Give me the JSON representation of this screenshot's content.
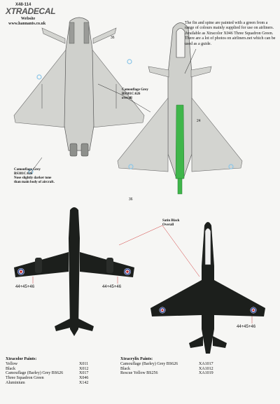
{
  "header": {
    "sheet_code": "X48-114",
    "brand": "XTRADECAL",
    "website_label": "Website",
    "website_url": "www.hannants.co.uk"
  },
  "note": {
    "text": "The fin and spine are painted with a green from a range of colours mainly supplied for use on airliners. Available as Xtracolor X046 Three Squadron Green. There are a lot of photos on airliners.net which can be used as a guide."
  },
  "callouts": {
    "camo_overall": [
      "Camouflage Grey",
      "BS381C:626",
      "overall"
    ],
    "camo_nose": [
      "Camouflage Grey",
      "BS381C:626",
      "Nose slightly darker tone",
      "than main body of aircraft."
    ],
    "satin_black": [
      "Satin Black",
      "Overall"
    ]
  },
  "stencil_numbers": {
    "top_left": "36",
    "right_wing": "24",
    "bottom_center": "36"
  },
  "serials": {
    "left_wing_left": "44+45+46",
    "left_wing_right": "44+45+46",
    "right_side": "44+45+46"
  },
  "paints": {
    "xtracolor": {
      "title": "Xtracolor Paints:",
      "items": [
        {
          "name": "Yellow",
          "code": "X011"
        },
        {
          "name": "Black",
          "code": "X012"
        },
        {
          "name": "Camouflage (Barley) Grey BS626",
          "code": "X017"
        },
        {
          "name": "Three Squadron Green",
          "code": "X046"
        },
        {
          "name": "Aluminium",
          "code": "X142"
        }
      ]
    },
    "xtracrylix": {
      "title": "Xtracrylix Paints:",
      "items": [
        {
          "name": "Camouflage (Barley) Grey BS626",
          "code": "XA1017"
        },
        {
          "name": "Black",
          "code": "XA1012"
        },
        {
          "name": "Rescue Yellow BS256",
          "code": "XA1019"
        }
      ]
    }
  },
  "colors": {
    "grey": "#cfd0cc",
    "grey_dark": "#8e908c",
    "green": "#3fb64a",
    "black": "#1c1f1c",
    "callout_line": "#d23a3a",
    "roundel_red": "#c22a2a",
    "roundel_blue": "#2a3d8f"
  }
}
